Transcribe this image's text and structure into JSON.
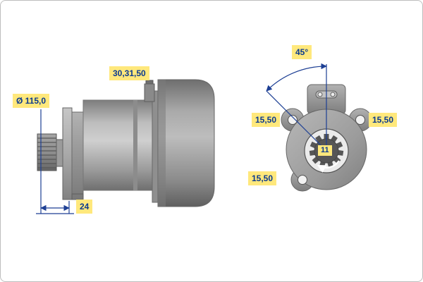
{
  "drawing": {
    "kind": "starter-motor-technical-drawing",
    "side_view": {
      "diameter_label": "Ø 115,0",
      "terminal_label": "30,31,50",
      "depth_label": "24"
    },
    "front_view": {
      "angle_label": "45°",
      "hole_left_label": "15,50",
      "hole_right_label": "15,50",
      "hole_bottom_label": "15,50",
      "pinion_teeth_label": "11"
    },
    "colors": {
      "label_background": "#ffe87c",
      "label_text": "#0a3a8f",
      "dimension_line": "#1d3f94",
      "body_gray": "#9a9a9a",
      "background": "#ffffff"
    }
  }
}
